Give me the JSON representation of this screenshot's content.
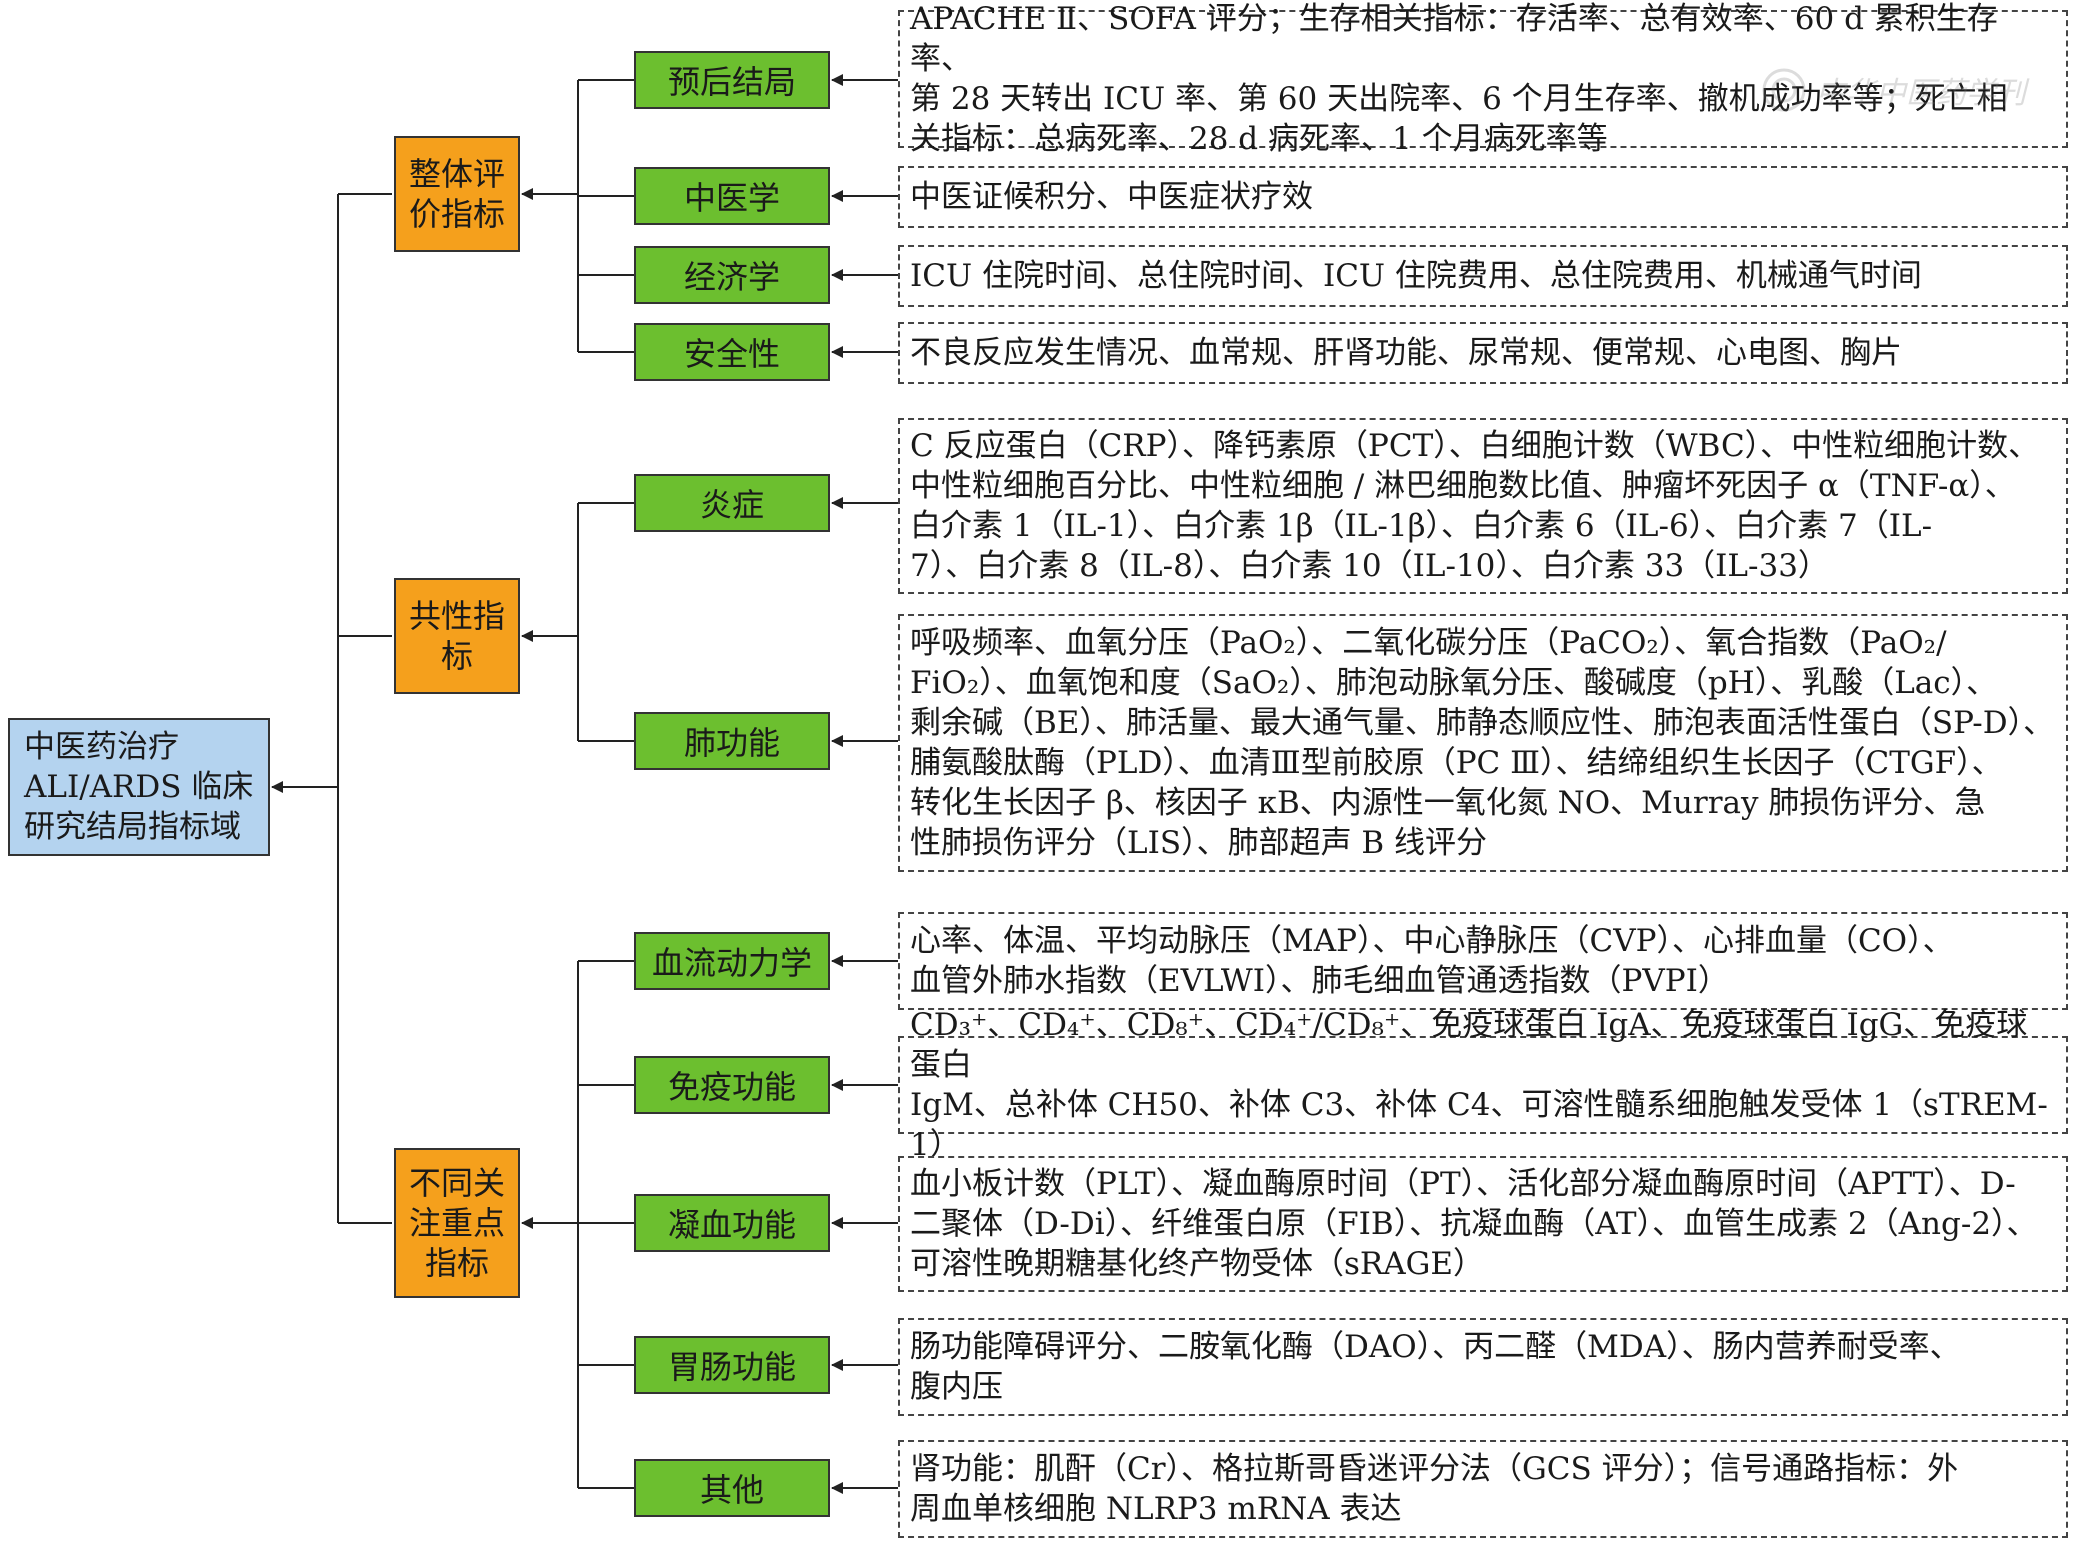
{
  "root": {
    "label": "中医药治疗 ALI/ARDS 临床研究结局指标域"
  },
  "categories": [
    {
      "label": "整体评价指标",
      "subs": [
        {
          "label": "预后结局",
          "detail": "APACHE Ⅱ、SOFA 评分；生存相关指标：存活率、总有效率、60 d 累积生存率、\n第 28 天转出 ICU 率、第 60 天出院率、6 个月生存率、撤机成功率等；死亡相\n关指标：总病死率、28 d 病死率、1 个月病死率等"
        },
        {
          "label": "中医学",
          "detail": "中医证候积分、中医症状疗效"
        },
        {
          "label": "经济学",
          "detail": "ICU 住院时间、总住院时间、ICU 住院费用、总住院费用、机械通气时间"
        },
        {
          "label": "安全性",
          "detail": "不良反应发生情况、血常规、肝肾功能、尿常规、便常规、心电图、胸片"
        }
      ]
    },
    {
      "label": "共性指标",
      "subs": [
        {
          "label": "炎症",
          "detail": "C 反应蛋白（CRP）、降钙素原（PCT）、白细胞计数（WBC）、中性粒细胞计数、\n中性粒细胞百分比、中性粒细胞 / 淋巴细胞数比值、肿瘤坏死因子 α（TNF-α）、\n白介素 1（IL-1）、白介素 1β（IL-1β）、白介素 6（IL-6）、白介素 7（IL-\n7）、白介素 8（IL-8）、白介素 10（IL-10）、白介素 33（IL-33）"
        },
        {
          "label": "肺功能",
          "detail": "呼吸频率、血氧分压（PaO₂）、二氧化碳分压（PaCO₂）、氧合指数（PaO₂/\nFiO₂）、血氧饱和度（SaO₂）、肺泡动脉氧分压、酸碱度（pH）、乳酸（Lac）、\n剩余碱（BE）、肺活量、最大通气量、肺静态顺应性、肺泡表面活性蛋白（SP-D）、\n脯氨酸肽酶（PLD）、血清Ⅲ型前胶原（PC Ⅲ）、结缔组织生长因子（CTGF）、\n转化生长因子 β、核因子 κB、内源性一氧化氮 NO、Murray 肺损伤评分、急\n性肺损伤评分（LIS）、肺部超声 B 线评分"
        }
      ]
    },
    {
      "label": "不同关注重点指标",
      "subs": [
        {
          "label": "血流动力学",
          "detail": "心率、体温、平均动脉压（MAP）、中心静脉压（CVP）、心排血量（CO）、\n血管外肺水指数（EVLWI）、肺毛细血管通透指数（PVPI）"
        },
        {
          "label": "免疫功能",
          "detail": "CD₃⁺、CD₄⁺、CD₈⁺、CD₄⁺/CD₈⁺、免疫球蛋白 IgA、免疫球蛋白 IgG、免疫球蛋白\nIgM、总补体 CH50、补体 C3、补体 C4、可溶性髓系细胞触发受体 1（sTREM-1）"
        },
        {
          "label": "凝血功能",
          "detail": "血小板计数（PLT）、凝血酶原时间（PT）、活化部分凝血酶原时间（APTT）、D-\n二聚体（D-Di）、纤维蛋白原（FIB）、抗凝血酶（AT）、血管生成素 2（Ang-2）、\n可溶性晚期糖基化终产物受体（sRAGE）"
        },
        {
          "label": "胃肠功能",
          "detail": "肠功能障碍评分、二胺氧化酶（DAO）、丙二醛（MDA）、肠内营养耐受率、\n腹内压"
        },
        {
          "label": "其他",
          "detail": "肾功能：肌酐（Cr）、格拉斯哥昏迷评分法（GCS 评分）；信号通路指标：外\n周血单核细胞 NLRP3 mRNA 表达"
        }
      ]
    }
  ],
  "watermark": {
    "text": "中华中医药学刊"
  },
  "colors": {
    "root": "#b4d3ef",
    "category": "#f5a01c",
    "sub": "#6cbf2f",
    "line": "#222222"
  }
}
